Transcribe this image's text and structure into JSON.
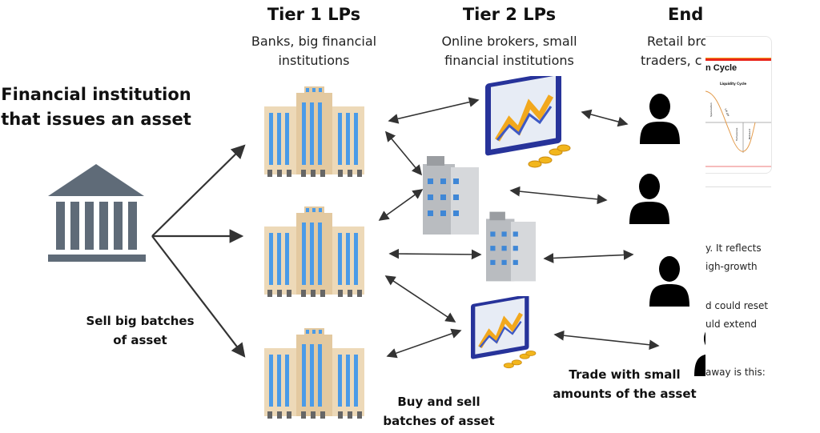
{
  "issuer": {
    "title_line1": "Financial institution",
    "title_line2": "that issues an asset",
    "action_line1": "Sell big batches",
    "action_line2": "of asset"
  },
  "tier1": {
    "title": "Tier 1 LPs",
    "desc_line1": "Banks, big financial",
    "desc_line2": "institutions"
  },
  "tier2": {
    "title": "Tier 2 LPs",
    "desc_line1": "Online brokers, small",
    "desc_line2": "financial institutions",
    "action_line1": "Buy and sell",
    "action_line2": "batches of asset"
  },
  "end": {
    "title": "End",
    "desc_line1": "Retail bro",
    "desc_line2": "traders, c",
    "action_line1": "Trade with small",
    "action_line2": "amounts of the asset"
  },
  "overlay": {
    "card_title": "n Cycle",
    "card_chart_title": "Liquidity Cycle",
    "card_phases": [
      "Speculation",
      "Lift Off",
      "Turbulence",
      "Rebound"
    ],
    "text_lines": [
      "y. It reflects",
      "igh-growth",
      "d could reset",
      "uld extend",
      "away is this:"
    ]
  },
  "colors": {
    "bank_icon": "#5f6b78",
    "building_beige": "#edd9b8",
    "building_blue": "#4a9be8",
    "gray_building": "#b9bcc0",
    "arrow": "#333333",
    "accent_red": "#e8261c"
  }
}
